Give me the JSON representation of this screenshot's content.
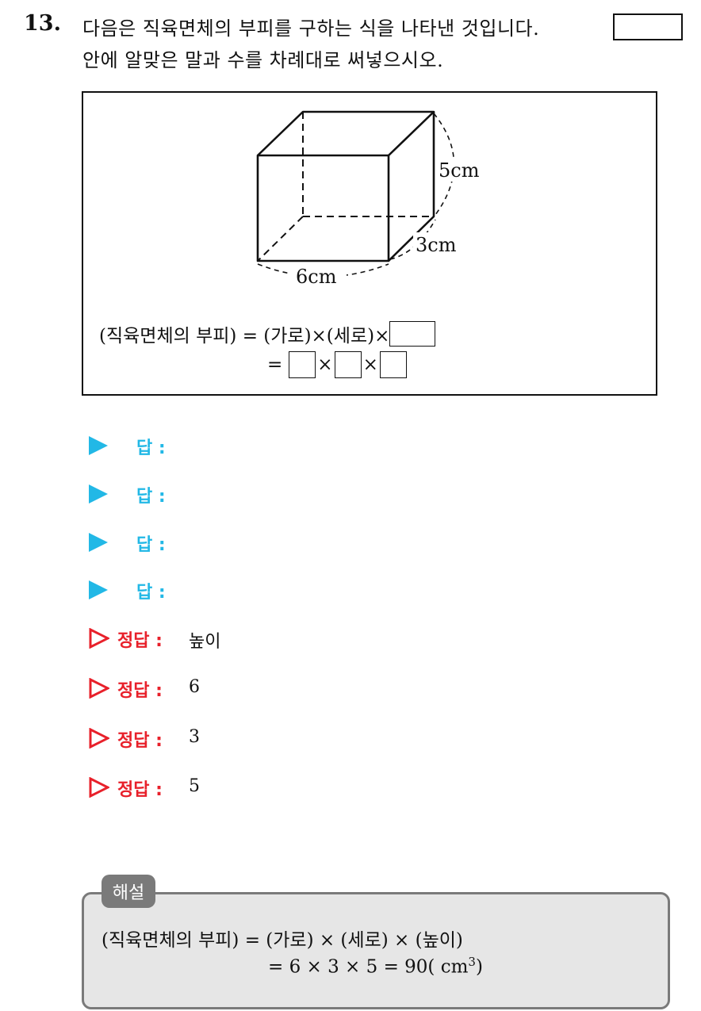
{
  "question": {
    "number": "13.",
    "line1": "다음은 직육면체의 부피를 구하는 식을 나타낸 것입니다.",
    "line2": "안에 알맞은 말과 수를 차례대로 써넣으시오."
  },
  "figure": {
    "label_height": "5cm",
    "label_depth": "3cm",
    "label_width": "6cm"
  },
  "formula": {
    "line1": "(직육면체의 부피) = (가로)×(세로)×",
    "eq": "=",
    "times": "×"
  },
  "answers": {
    "label": "답 :",
    "count": 4
  },
  "key": {
    "label": "정답 :",
    "values": [
      "높이",
      "6",
      "3",
      "5"
    ]
  },
  "solution": {
    "tag": "해설",
    "line1": "(직육면체의 부피) = (가로) × (세로) × (높이)",
    "line2": "= 6 × 3 × 5 = 90( cm",
    "line2_sup": "3",
    "line2_end": ")"
  }
}
